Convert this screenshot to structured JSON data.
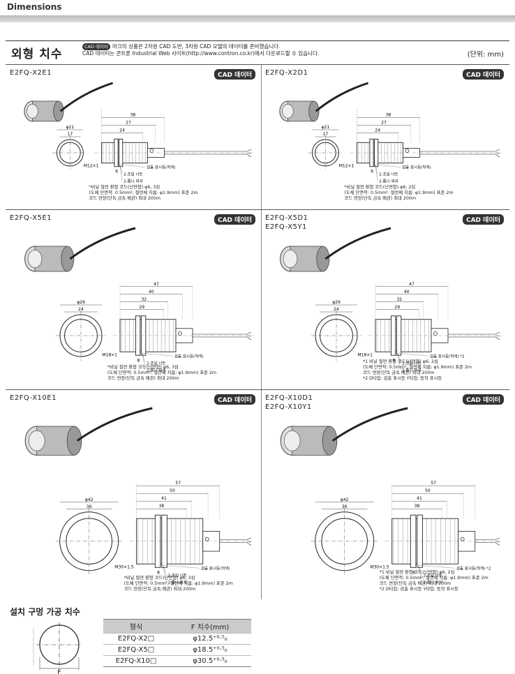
{
  "page": {
    "title": "Dimensions",
    "section_title": "외형 치수",
    "cad_badge": "CAD 데이터",
    "cad_note_line1": "마크의 상품은 2차원 CAD 도면, 3차원 CAD 모델의 데이터를 준비했습니다.",
    "cad_note_line2": "CAD 데이터는 콘트론 Industrial Web 사이트(http://www.contron.co.kr)에서 다운로드할 수 있습니다.",
    "unit": "(단위: mm)"
  },
  "cad_button_label": "CAD 데이터",
  "panels": [
    {
      "model": "E2FQ-X2E1",
      "model2": "",
      "phi_outer": "φ21",
      "inner": "17",
      "L": "38",
      "L2": "27",
      "L3": "24",
      "thread": "M12×1",
      "w": "6",
      "labels": [
        "검출 표시등(적색)",
        "2-조임 너트",
        "2-톱니 와셔"
      ],
      "notes": [
        "*비닐 절연 환형 코드(난연형) φ6, 3심",
        "(도체 단면적: 0.5mm², 절연체 지름: φ1.9mm) 표준 2m",
        "코드 연장(단독 금속 배관) 최대 200m"
      ]
    },
    {
      "model": "E2FQ-X2D1",
      "model2": "",
      "phi_outer": "φ21",
      "inner": "17",
      "L": "38",
      "L2": "27",
      "L3": "24",
      "thread": "M12×1",
      "w": "6",
      "labels": [
        "검출 표시등(적색)",
        "2-조임 너트",
        "2-톱니 와셔"
      ],
      "notes": [
        "*비닐 절연 환형 코드(난연형) φ6, 2심",
        "(도체 단면적: 0.5mm², 절연체 지름: φ1.9mm) 표준 2m",
        "코드 연장(단독 금속 배관) 최대 200m"
      ]
    },
    {
      "model": "E2FQ-X5E1",
      "model2": "",
      "phi_outer": "φ29",
      "inner": "24",
      "L": "47",
      "L2": "40",
      "L3": "32",
      "L4": "29",
      "thread": "M18×1",
      "w": "8",
      "labels": [
        "검출 표시등(적색)",
        "2-조임 너트",
        "2-톱니 와셔"
      ],
      "notes": [
        "*비닐 절연 환형 코드(난연형) φ6, 3심",
        "(도체 단면적: 0.5mm², 절연체 지름: φ1.9mm) 표준 2m",
        "코드 연장(단독 금속 배관) 최대 200m"
      ]
    },
    {
      "model": "E2FQ-X5D1",
      "model2": "E2FQ-X5Y1",
      "phi_outer": "φ29",
      "inner": "24",
      "L": "47",
      "L2": "40",
      "L3": "32",
      "L4": "29",
      "thread": "M18×1",
      "w": "8",
      "labels": [
        "검출 표시등(적색) *2",
        "2-조임 너트",
        "2-톱니 와셔"
      ],
      "notes": [
        "*1 비닐 절연 환형 코드(난연형) φ6, 2심",
        "(도체 단면적: 0.5mm², 절연체 지름: φ1.9mm) 표준 2m",
        "코드 연장(단독 금속 배관) 최대 200m",
        "*2 D타입: 검출 표시등      Y타입: 동작 표시등"
      ]
    },
    {
      "model": "E2FQ-X10E1",
      "model2": "",
      "phi_outer": "φ42",
      "inner": "36",
      "L": "57",
      "L2": "50",
      "L3": "41",
      "L4": "38",
      "thread": "M30×1.5",
      "w": "8",
      "labels": [
        "검출 표시등(적색)",
        "2-조임 너트",
        "2-톱니 와셔"
      ],
      "notes": [
        "*비닐 절연 환형 코드(난연형) φ6, 3심",
        "(도체 단면적: 0.5mm², 절연체 지름: φ1.9mm) 표준 2m",
        "코드 연장(단독 금속 배관) 최대 200m"
      ]
    },
    {
      "model": "E2FQ-X10D1",
      "model2": "E2FQ-X10Y1",
      "phi_outer": "φ42",
      "inner": "36",
      "L": "57",
      "L2": "50",
      "L3": "41",
      "L4": "38",
      "thread": "M30×1.5",
      "w": "8",
      "labels": [
        "검출 표시등(적색) *2",
        "2-조임 너트",
        "2-톱니 와셔"
      ],
      "notes": [
        "*1 비닐 절연 환형 코드(난연형) φ6, 2심",
        "(도체 단면적: 0.5mm², 절연체 지름: φ1.9mm) 표준 2m",
        "코드 연장(단독 금속 배관) 최대 200m",
        "*2 D타입: 검출 표시등      Y타입: 동작 표시등"
      ]
    }
  ],
  "hole": {
    "title": "설치 구멍 가공 치수",
    "label_F": "F",
    "headers": [
      "형식",
      "F 치수(mm)"
    ],
    "rows": [
      [
        "E2FQ-X2□",
        "φ12.5⁺⁰·⁵₀"
      ],
      [
        "E2FQ-X5□",
        "φ18.5⁺⁰·⁵₀"
      ],
      [
        "E2FQ-X10□",
        "φ30.5⁺⁰·⁵₀"
      ]
    ]
  }
}
